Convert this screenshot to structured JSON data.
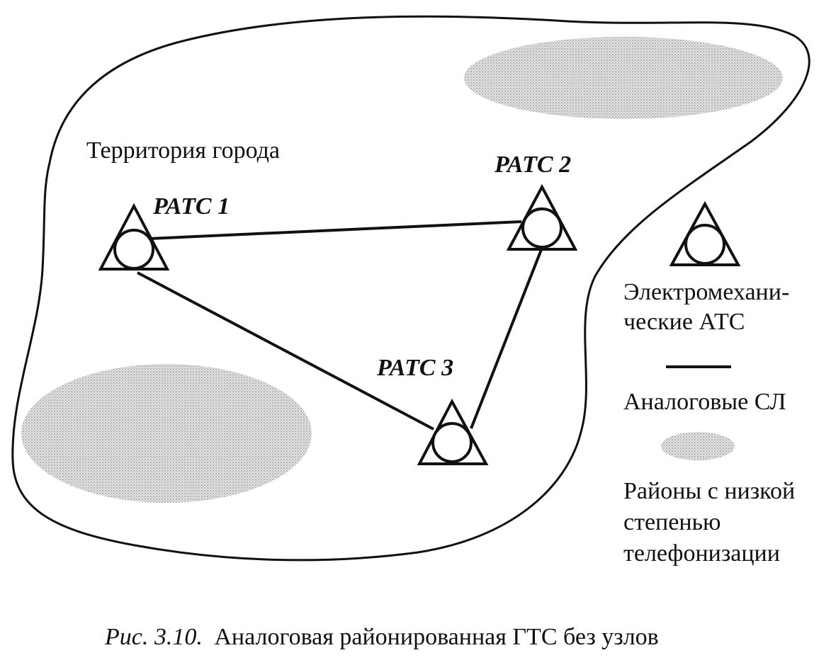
{
  "diagram": {
    "territory_label": "Территория города",
    "stations": [
      {
        "id": "ratc1",
        "label": "РАТС 1"
      },
      {
        "id": "ratc2",
        "label": "РАТС 2"
      },
      {
        "id": "ratc3",
        "label": "РАТС 3"
      }
    ],
    "links": [
      {
        "from": "ratc1",
        "to": "ratc2"
      },
      {
        "from": "ratc1",
        "to": "ratc3"
      },
      {
        "from": "ratc2",
        "to": "ratc3"
      }
    ],
    "shaded_regions_count": 2
  },
  "legend": {
    "electromech_line1": "Электромехани-",
    "electromech_line2": "ческие АТС",
    "analog_lines": "Аналоговые СЛ",
    "low_tel_line1": "Районы с низкой",
    "low_tel_line2": "степенью",
    "low_tel_line3": "телефонизации"
  },
  "caption": {
    "prefix": "Рис. 3.10.",
    "text": "Аналоговая районированная ГТС без узлов"
  },
  "colors": {
    "ink": "#111111",
    "shade": "#9a9a9a"
  }
}
